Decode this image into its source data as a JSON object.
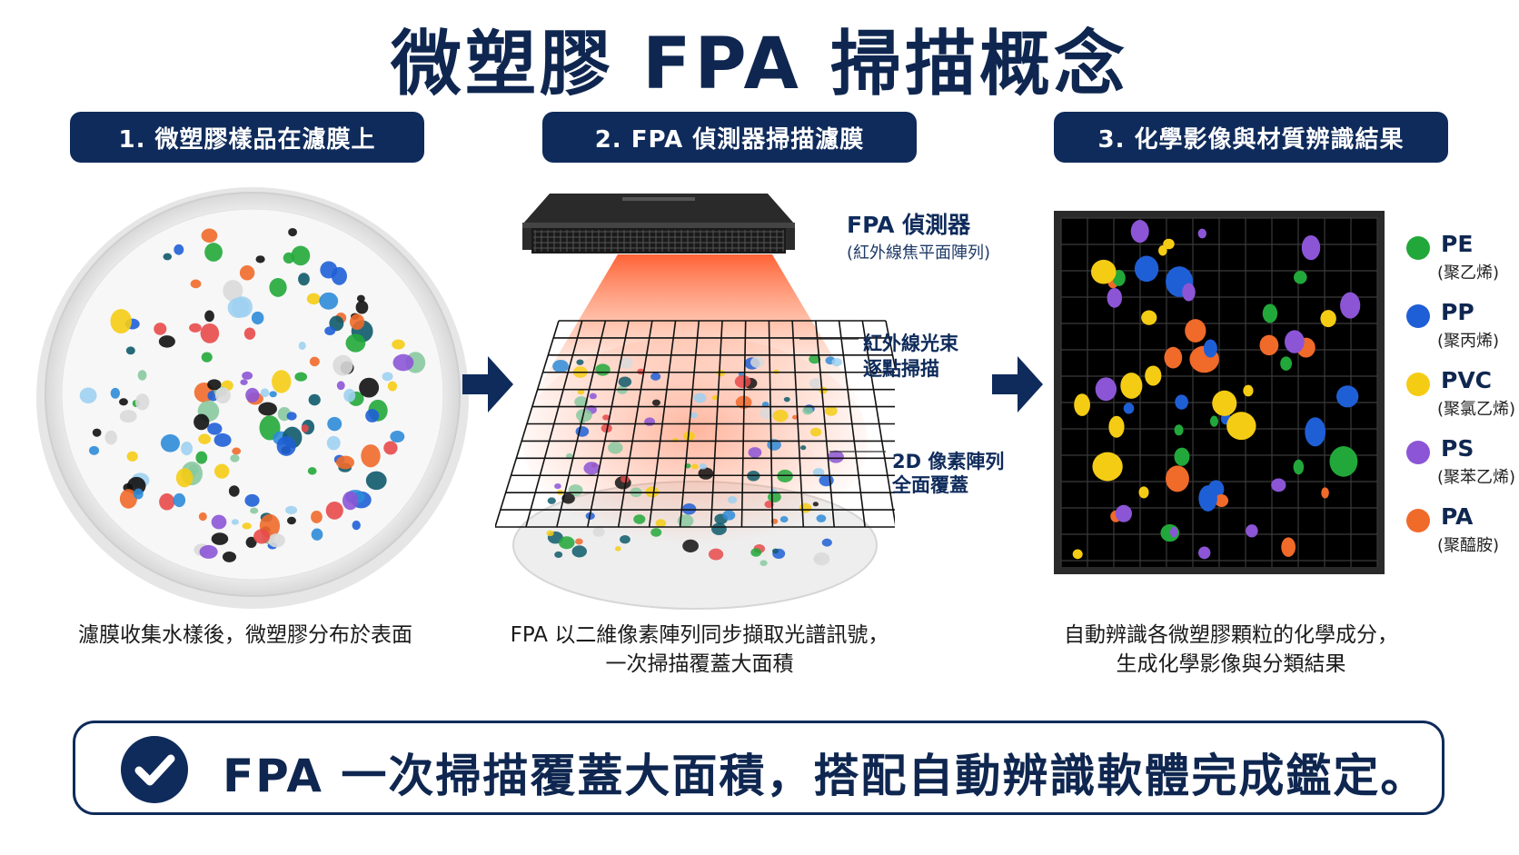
{
  "title": "微塑膠 FPA 掃描概念",
  "steps": [
    {
      "header": "1. 微塑膠樣品在濾膜上",
      "caption": [
        "濾膜收集水樣後，微塑膠分布於表面"
      ]
    },
    {
      "header": "2. FPA 偵測器掃描濾膜",
      "caption": [
        "FPA 以二維像素陣列同步擷取光譜訊號，",
        "一次掃描覆蓋大面積"
      ]
    },
    {
      "header": "3. 化學影像與材質辨識結果",
      "caption": [
        "自動辨識各微塑膠顆粒的化學成分，",
        "生成化學影像與分類結果"
      ]
    }
  ],
  "detector": {
    "label": "FPA 偵測器",
    "sublabel": "(紅外線焦平面陣列)"
  },
  "beam": {
    "line1": "紅外線光束",
    "line2": "逐點掃描"
  },
  "array": {
    "line1": "2D 像素陣列",
    "line2": "全面覆蓋"
  },
  "legend": [
    {
      "name": "PE",
      "sub": "(聚乙烯)",
      "color": "#22a83a"
    },
    {
      "name": "PP",
      "sub": "(聚丙烯)",
      "color": "#1f5fd6"
    },
    {
      "name": "PVC",
      "sub": "(聚氯乙烯)",
      "color": "#f5cc14"
    },
    {
      "name": "PS",
      "sub": "(聚苯乙烯)",
      "color": "#8c55d6"
    },
    {
      "name": "PA",
      "sub": "(聚醯胺)",
      "color": "#f06a2a"
    }
  ],
  "conclusion": "FPA 一次掃描覆蓋大面積，搭配自動辨識軟體完成鑑定。",
  "colors": {
    "navy": "#0f2b5b",
    "heat": "#ff6a3d"
  }
}
